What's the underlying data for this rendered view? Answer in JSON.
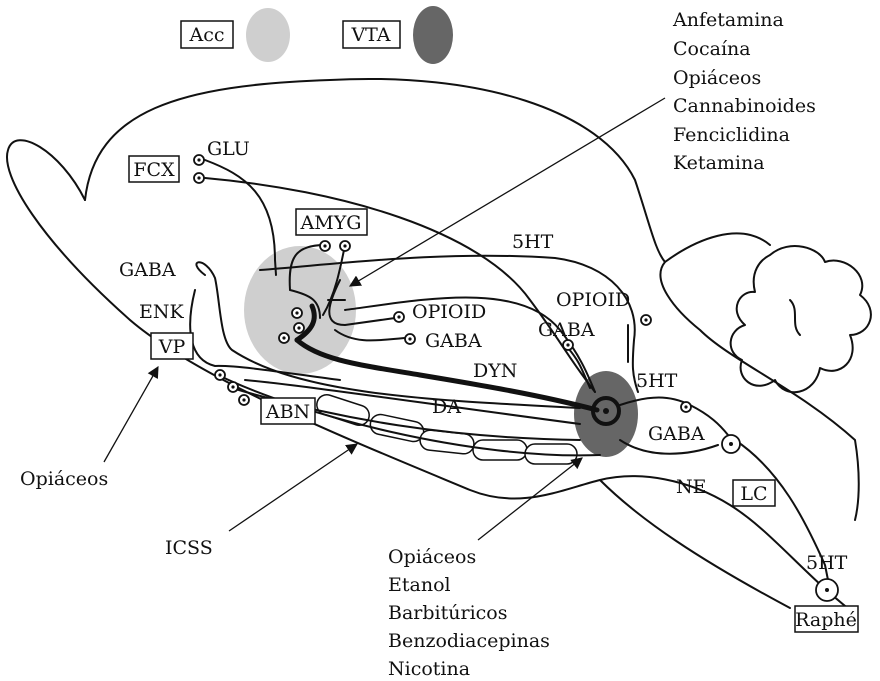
{
  "legend": {
    "acc_label": "Acc",
    "vta_label": "VTA",
    "acc_color": "#cfcfcf",
    "vta_color": "#666666"
  },
  "regions": {
    "fcx": "FCX",
    "amyg": "AMYG",
    "vp": "VP",
    "abn": "ABN",
    "lc": "LC",
    "raphe": "Raphé"
  },
  "transmitters": {
    "glu": "GLU",
    "gaba_left": "GABA",
    "enk": "ENK",
    "fivehT_top": "5HT",
    "opioid_acc": "OPIOID",
    "gaba_acc": "GABA",
    "opioid_right": "OPIOID",
    "gaba_right": "GABA",
    "dyn": "DYN",
    "da": "DA",
    "fivehT_vta": "5HT",
    "gaba_lc": "GABA",
    "ne": "NE",
    "fivehT_raphe": "5HT"
  },
  "drugs_acc": [
    "Anfetamina",
    "Cocaína",
    "Opiáceos",
    "Cannabinoides",
    "Fenciclidina",
    "Ketamina"
  ],
  "drugs_vta": [
    "Opiáceos",
    "Etanol",
    "Barbitúricos",
    "Benzodiacepinas",
    "Nicotina"
  ],
  "drugs_vp": "Opiáceos",
  "icss": "ICSS"
}
